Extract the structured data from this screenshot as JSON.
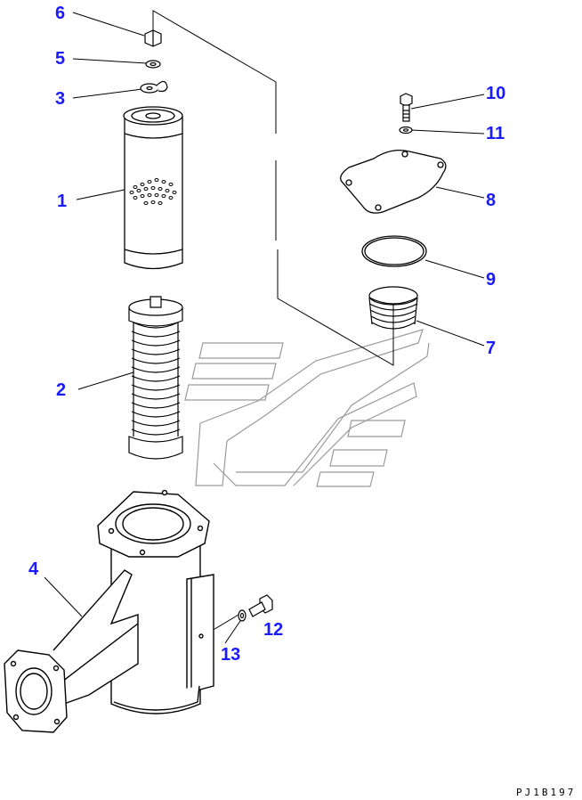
{
  "colors": {
    "callout": "#1a1aff",
    "line": "#000000",
    "watermark": "#9a9a9a",
    "background": "#ffffff"
  },
  "callouts": [
    {
      "id": "6",
      "label": "6"
    },
    {
      "id": "5",
      "label": "5"
    },
    {
      "id": "3",
      "label": "3"
    },
    {
      "id": "1",
      "label": "1"
    },
    {
      "id": "2",
      "label": "2"
    },
    {
      "id": "4",
      "label": "4"
    },
    {
      "id": "10",
      "label": "10"
    },
    {
      "id": "11",
      "label": "11"
    },
    {
      "id": "8",
      "label": "8"
    },
    {
      "id": "9",
      "label": "9"
    },
    {
      "id": "7",
      "label": "7"
    },
    {
      "id": "12",
      "label": "12"
    },
    {
      "id": "13",
      "label": "13"
    }
  ],
  "drawing_code": "PJ1B197"
}
